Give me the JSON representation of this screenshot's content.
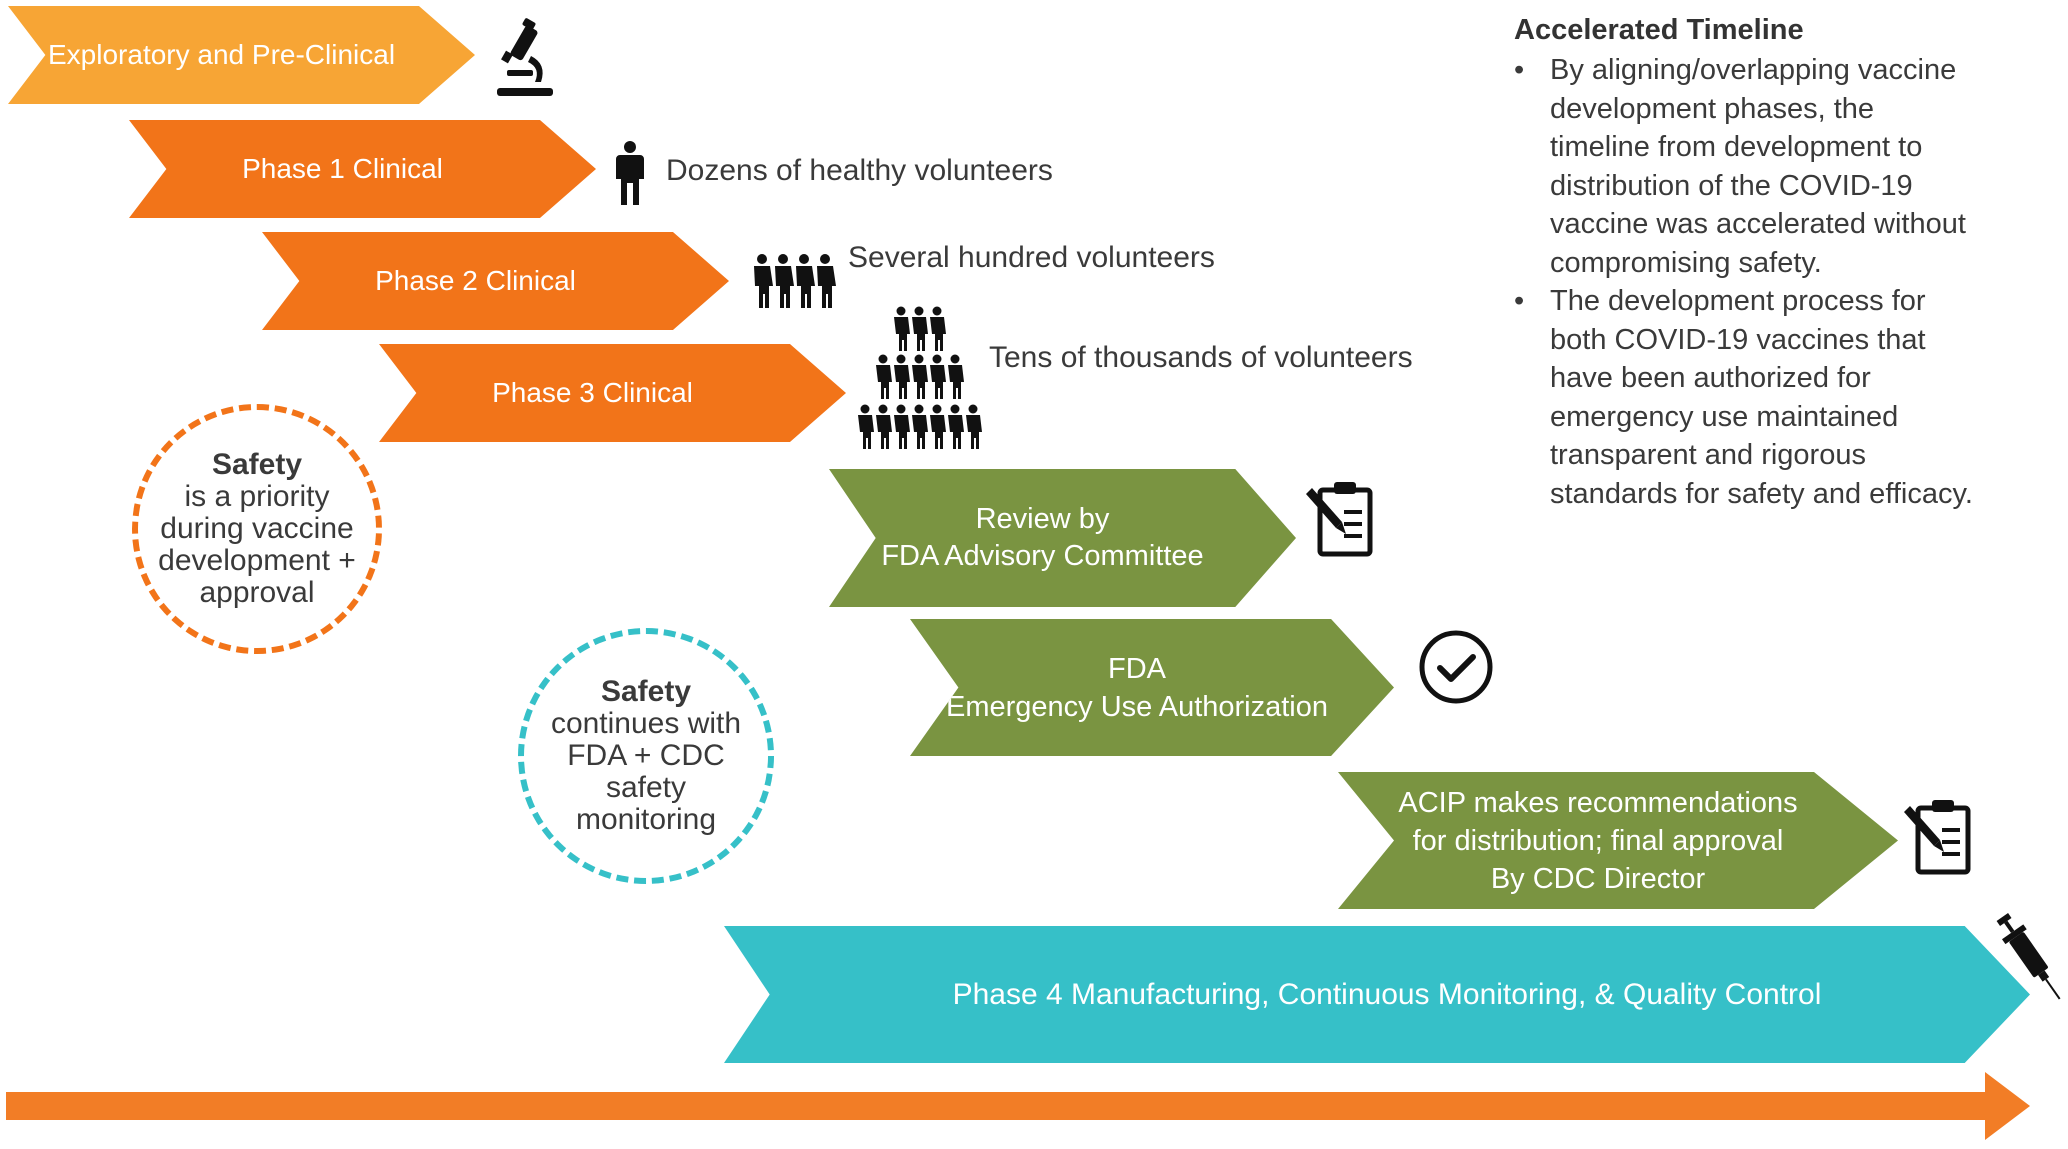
{
  "stages": {
    "exploratory": "Exploratory and Pre-Clinical",
    "phase1": "Phase 1 Clinical",
    "phase2": "Phase 2 Clinical",
    "phase3": "Phase 3 Clinical",
    "review_line1": "Review by",
    "review_line2": "FDA Advisory Committee",
    "eua_line1": "FDA",
    "eua_line2": "Emergency Use Authorization",
    "acip_line1": "ACIP makes recommendations",
    "acip_line2": "for distribution; final approval",
    "acip_line3": "By CDC Director",
    "phase4": "Phase 4 Manufacturing, Continuous Monitoring, & Quality Control"
  },
  "volunteers": {
    "phase1": "Dozens of healthy volunteers",
    "phase2": "Several hundred volunteers",
    "phase3": "Tens of thousands of volunteers"
  },
  "safety_circles": {
    "orange": {
      "title": "Safety",
      "lines": [
        "is a priority",
        "during vaccine",
        "development +",
        "approval"
      ]
    },
    "teal": {
      "title": "Safety",
      "lines": [
        "continues with",
        "FDA + CDC",
        "safety",
        "monitoring"
      ]
    }
  },
  "sidebar": {
    "title": "Accelerated Timeline",
    "bullet": "•",
    "items": [
      [
        "By aligning/overlapping vaccine",
        "development phases, the",
        "timeline from development to",
        "distribution of the COVID-19",
        "vaccine was accelerated without",
        "compromising safety."
      ],
      [
        "The development process for",
        "both COVID-19 vaccines that",
        "have been authorized for",
        "emergency use maintained",
        "transparent and rigorous",
        "standards for safety and efficacy."
      ]
    ]
  },
  "icons": {
    "stage0": "microscope-icon",
    "stage1": "person-icon",
    "stage2": "group-icon",
    "stage3": "crowd-pyramid-icon",
    "review": "clipboard-icon",
    "eua": "check-circle-icon",
    "acip": "clipboard-icon",
    "phase4": "syringe-icon"
  },
  "colors": {
    "yellow": "#f7a535",
    "orange": "#f27419",
    "green": "#7a9441",
    "teal": "#36c0c8",
    "timeline_arrow": "#f27d26"
  }
}
